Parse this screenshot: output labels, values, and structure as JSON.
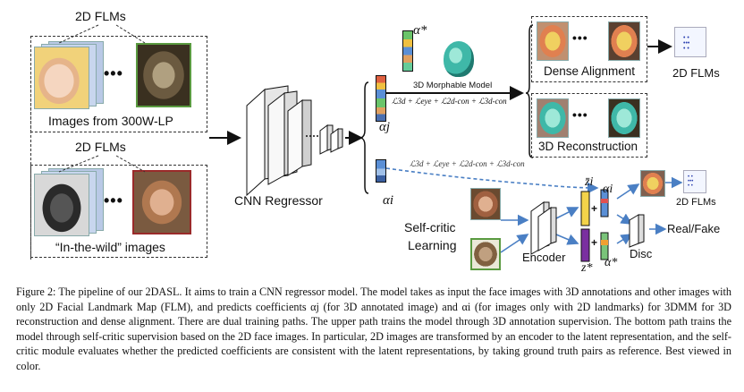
{
  "figure": {
    "top_flm_label": "2D FLMs",
    "top_group_label": "Images from 300W-LP",
    "bottom_flm_label": "2D FLMs",
    "bottom_group_label": "“In-the-wild” images",
    "cnn_label": "CNN Regressor",
    "alpha_star_top": "α*",
    "alpha_j": "αj",
    "alpha_i": "αi",
    "morphable_label": "3D Morphable Model",
    "upper_loss": "ℒ3d + ℒeye + ℒ2d-con + ℒ3d-con",
    "lower_loss": "ℒ3d + ℒeye + ℒ2d-con + ℒ3d-con",
    "dense_label": "Dense Alignment",
    "recon_label": "3D Reconstruction",
    "flms_out_top": "2D FLMs",
    "flms_out_bottom": "2D FLMs",
    "selfcritic_label_1": "Self-critic",
    "selfcritic_label_2": "Learning",
    "encoder_label": "Encoder",
    "disc_label": "Disc",
    "real_fake_label": "Real/Fake",
    "z_i": "z̄i",
    "z_star": "z*",
    "alpha_i_right": "αi",
    "alpha_star_right": "α*",
    "plus_1": "+",
    "plus_2": "+"
  },
  "caption": {
    "text": "Figure 2: The pipeline of our 2DASL. It aims to train a CNN regressor model. The model takes as input the face images with 3D annotations and other images with only 2D Facial Landmark Map (FLM), and predicts coefficients αj (for 3D annotated image) and αi (for images only with 2D landmarks) for 3DMM for 3D reconstruction and dense alignment. There are dual training paths. The upper path trains the model through 3D annotation supervision. The bottom path trains the model through self-critic supervision based on the 2D face images. In particular, 2D images are transformed by an encoder to the latent representation, and the self-critic module evaluates whether the predicted coefficients are consistent with the latent representations, by taking ground truth pairs as reference. Best viewed in color."
  },
  "colors": {
    "arrow": "#111111",
    "blue_arrow": "#4a7fc4",
    "face_skin": "#e8c7a8"
  }
}
